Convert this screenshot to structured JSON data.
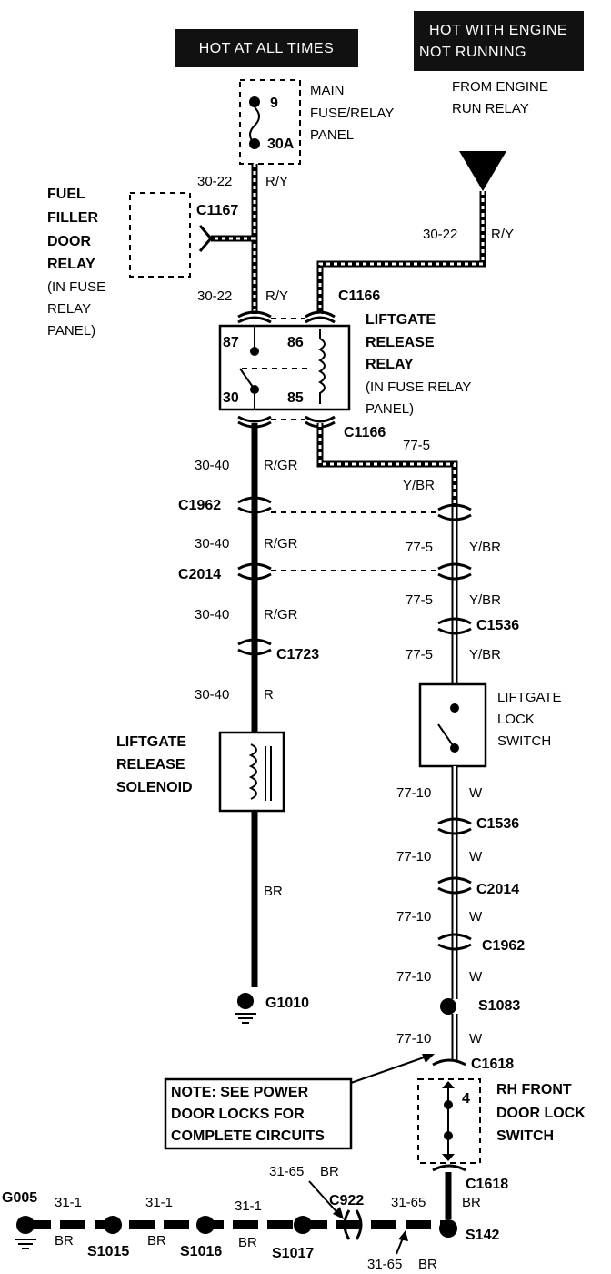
{
  "headers": {
    "hot_at_all_times": "HOT AT ALL TIMES",
    "hot_engine_line1": "HOT WITH ENGINE",
    "hot_engine_line2": "NOT RUNNING"
  },
  "components": {
    "main_fuse_panel": [
      "MAIN",
      "FUSE/RELAY",
      "PANEL"
    ],
    "fuse_number": "9",
    "fuse_rating": "30A",
    "from_engine_run_relay": [
      "FROM ENGINE",
      "RUN RELAY"
    ],
    "fuel_filler_relay": [
      "FUEL",
      "FILLER",
      "DOOR",
      "RELAY",
      "(IN FUSE",
      "RELAY",
      "PANEL)"
    ],
    "liftgate_release_relay": [
      "LIFTGATE",
      "RELEASE",
      "RELAY",
      "(IN FUSE RELAY",
      "PANEL)"
    ],
    "relay_pins": [
      "87",
      "86",
      "30",
      "85"
    ],
    "liftgate_release_solenoid": [
      "LIFTGATE",
      "RELEASE",
      "SOLENOID"
    ],
    "liftgate_lock_switch": [
      "LIFTGATE",
      "LOCK",
      "SWITCH"
    ],
    "rh_front_door_lock_switch": [
      "RH FRONT",
      "DOOR LOCK",
      "SWITCH"
    ],
    "door_switch_pin": "4",
    "note": [
      "NOTE: SEE POWER",
      "DOOR LOCKS FOR",
      "COMPLETE CIRCUITS"
    ]
  },
  "connectors": {
    "c1167": "C1167",
    "c1166_top": "C1166",
    "c1166_bottom": "C1166",
    "c1962_left": "C1962",
    "c2014_left": "C2014",
    "c1723": "C1723",
    "c1536_upper": "C1536",
    "c1536_lower": "C1536",
    "c2014_right": "C2014",
    "c1962_right": "C1962",
    "c1618_top": "C1618",
    "c1618_bottom": "C1618",
    "c922": "C922"
  },
  "splices_grounds": {
    "g1010": "G1010",
    "s1083": "S1083",
    "g005": "G005",
    "s1015": "S1015",
    "s1016": "S1016",
    "s1017": "S1017",
    "s142": "S142"
  },
  "wires": {
    "w_30_22_a": "30-22",
    "c_ry_a": "R/Y",
    "w_30_22_b": "30-22",
    "c_ry_b": "R/Y",
    "w_30_22_c": "30-22",
    "c_ry_c": "R/Y",
    "w_30_40_a": "30-40",
    "c_rgr_a": "R/GR",
    "w_30_40_b": "30-40",
    "c_rgr_b": "R/GR",
    "w_30_40_c": "30-40",
    "c_rgr_c": "R/GR",
    "w_30_40_d": "30-40",
    "c_r": "R",
    "c_br_left": "BR",
    "w_77_5_a": "77-5",
    "c_ybr_a": "Y/BR",
    "w_77_5_b": "77-5",
    "c_ybr_b": "Y/BR",
    "w_77_5_c": "77-5",
    "c_ybr_c": "Y/BR",
    "w_77_5_d": "77-5",
    "c_ybr_d": "Y/BR",
    "w_77_10_a": "77-10",
    "c_w_a": "W",
    "w_77_10_b": "77-10",
    "c_w_b": "W",
    "w_77_10_c": "77-10",
    "c_w_c": "W",
    "w_77_10_d": "77-10",
    "c_w_d": "W",
    "w_77_10_e": "77-10",
    "c_w_e": "W",
    "w_31_65_a": "31-65",
    "c_br_a": "BR",
    "w_31_65_b": "31-65",
    "c_br_b": "BR",
    "w_31_65_c": "31-65",
    "c_br_c": "BR",
    "w_31_1_a": "31-1",
    "c_br_d": "BR",
    "w_31_1_b": "31-1",
    "c_br_e": "BR",
    "w_31_1_c": "31-1",
    "c_br_f": "BR"
  }
}
